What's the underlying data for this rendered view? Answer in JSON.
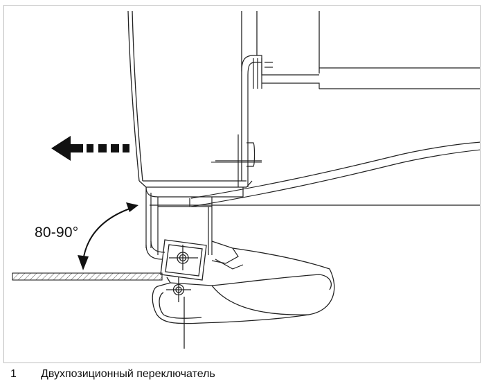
{
  "figure": {
    "angle_label": "80-90°"
  },
  "caption": {
    "number": "1",
    "text": "Двухпозиционный переключатель"
  }
}
